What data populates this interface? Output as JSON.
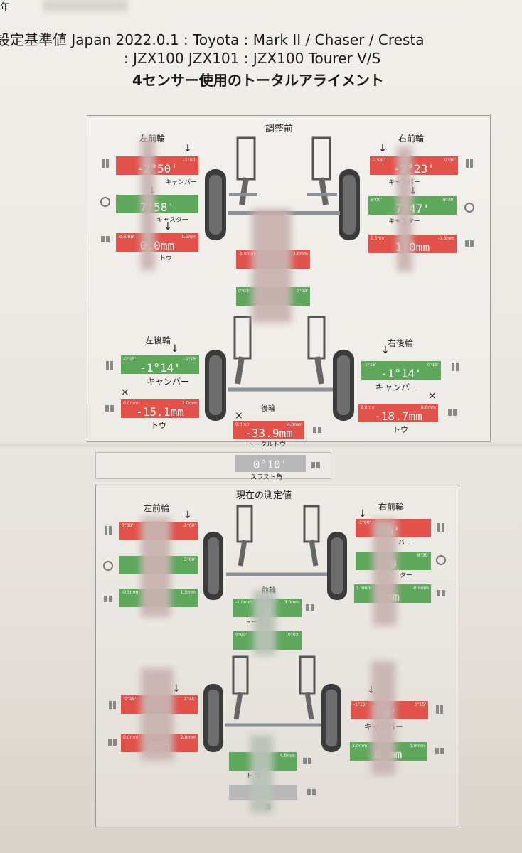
{
  "corner_text": "年",
  "header": {
    "line1": "設定基準値 Japan 2022.0.1 : Toyota : Mark II / Chaser / Cresta",
    "line2": ": JZX100 JZX101 : JZX100 Tourer V/S",
    "line3": "4センサー使用のトータルアライメント"
  },
  "panel_before": {
    "title": "調整前",
    "front_left_label": "左前輪",
    "front_right_label": "右前輪",
    "rear_left_label": "左後輪",
    "rear_right_label": "右後輪",
    "rear_label": "後輪",
    "fl_camber": {
      "min": "-1°00'",
      "max": "",
      "value": "-2°50'",
      "caption": "キャンバー"
    },
    "fl_caster": {
      "min": "",
      "max": "",
      "value": "7°58'",
      "caption": "キャスター"
    },
    "fl_toe": {
      "min": "-0.5mm",
      "max": "1.5mm",
      "value": "0.0mm",
      "caption": "トウ"
    },
    "fr_camber": {
      "min": "-1°00'",
      "max": "0°30'",
      "value": "-2°23'",
      "caption": "キャンバー"
    },
    "fr_caster": {
      "min": "5°00'",
      "max": "8°30'",
      "value": "7°47'",
      "caption": "キャスター"
    },
    "fr_toe": {
      "min": "-0.5mm",
      "max": "1.5mm",
      "value": "1.0mm",
      "caption": "トウ"
    },
    "front_total_toe": {
      "min": "-1.0mm",
      "max": "3.0mm",
      "value": "",
      "caption": ""
    },
    "front_center": {
      "min": "0°03'",
      "max": "0°03'",
      "value": "",
      "caption": ""
    },
    "rl_camber": {
      "min": "-0°15'",
      "max": "-1°15'",
      "value": "-1°14'",
      "caption": "キャンバー"
    },
    "rl_toe": {
      "min": "0.0mm",
      "max": "2.0mm",
      "value": "-15.1mm",
      "caption": "トウ"
    },
    "rr_camber": {
      "min": "-1°15'",
      "max": "0°15'",
      "value": "-1°14'",
      "caption": "キャンバー"
    },
    "rr_toe": {
      "min": "2.0mm",
      "max": "0.0mm",
      "value": "-18.7mm",
      "caption": "トウ"
    },
    "rear_total_toe": {
      "min": "0.0mm",
      "max": "4.0mm",
      "value": "-33.9mm",
      "caption": "トータルトウ"
    },
    "thrust": {
      "min": "",
      "max": "",
      "value": "0°10'",
      "caption": "スラスト角"
    },
    "x_mark": "×",
    "arrow": "↓"
  },
  "panel_current": {
    "title": "現在の測定値",
    "front_left_label": "左前輪",
    "front_right_label": "右前輪",
    "front_label": "前輪",
    "fl_camber": {
      "min": "0°30'",
      "max": "-1°00'",
      "value": "",
      "caption": ""
    },
    "fl_caster": {
      "min": "",
      "max": "5°00'",
      "value": "",
      "caption": ""
    },
    "fl_toe": {
      "min": "-0.5mm",
      "max": "1.5mm",
      "value": "",
      "caption": ""
    },
    "fr_camber": {
      "min": "-1°00'",
      "max": "",
      "value": "0'",
      "caption": "バー"
    },
    "fr_caster": {
      "min": "",
      "max": "8°30'",
      "value": "9",
      "caption": "ター"
    },
    "fr_toe": {
      "min": "1.5mm",
      "max": "-0.5mm",
      "value": "mm",
      "caption": ""
    },
    "front_total_toe": {
      "min": "-1.0mm",
      "max": "3.0mm",
      "value": "0",
      "caption": "トータ"
    },
    "front_center": {
      "min": "0°03'",
      "max": "0°03'",
      "value": "",
      "caption": ""
    },
    "rl_camber": {
      "min": "-0°15'",
      "max": "-1°15'",
      "value": "",
      "caption": ""
    },
    "rl_toe": {
      "min": "0.0mm",
      "max": "2.0mm",
      "value": "0mm",
      "caption": ""
    },
    "rr_camber": {
      "min": "-1°15'",
      "max": "0°15'",
      "value": "6'",
      "caption": "キャンバー"
    },
    "rr_toe": {
      "min": "2.0mm",
      "max": "0.0mm",
      "value": "0 mm",
      "caption": ""
    },
    "rear_total_toe": {
      "min": "",
      "max": "4.0mm",
      "value": "",
      "caption": "ト ウ"
    },
    "thrust": {
      "min": "",
      "max": "",
      "value": "",
      "caption": "角"
    },
    "arrow": "↓"
  },
  "colors": {
    "red": "#e2514a",
    "green": "#5ea85c",
    "grey": "#b8b8b8"
  }
}
